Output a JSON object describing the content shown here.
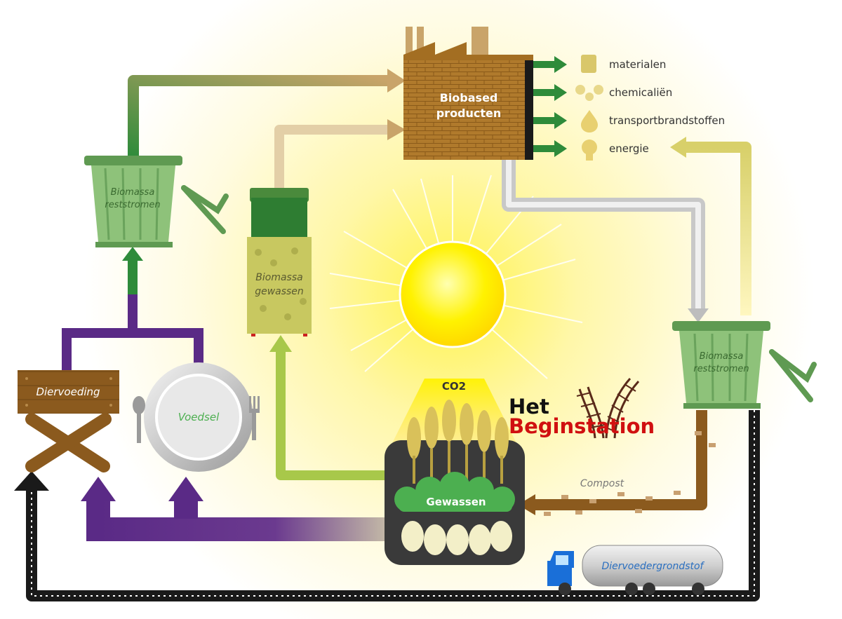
{
  "factory": {
    "label_line1": "Biobased",
    "label_line2": "producten"
  },
  "outputs": [
    "materialen",
    "chemicaliën",
    "transportbrandstoffen",
    "energie"
  ],
  "bin_left": {
    "line1": "Biomassa",
    "line2": "reststromen"
  },
  "bin_right": {
    "line1": "Biomassa",
    "line2": "reststromen"
  },
  "crop_box": {
    "line1": "Biomassa",
    "line2": "gewassen"
  },
  "co2": "CO2",
  "crops": "Gewassen",
  "compost": "Compost",
  "feed_table": "Diervoeding",
  "plate": "Voedsel",
  "truck": "Diervoedergrondstof",
  "logo": {
    "line1": "Het",
    "line2": "Beginstation"
  },
  "colors": {
    "green_arrow": "#2e8b3a",
    "purple_arrow": "#5a2a86",
    "tan_arrow": "#c9a46a",
    "brown": "#8b5a1e",
    "black_loop": "#1a1a1a",
    "logo_red": "#d01010",
    "sun": "#ffe600"
  }
}
